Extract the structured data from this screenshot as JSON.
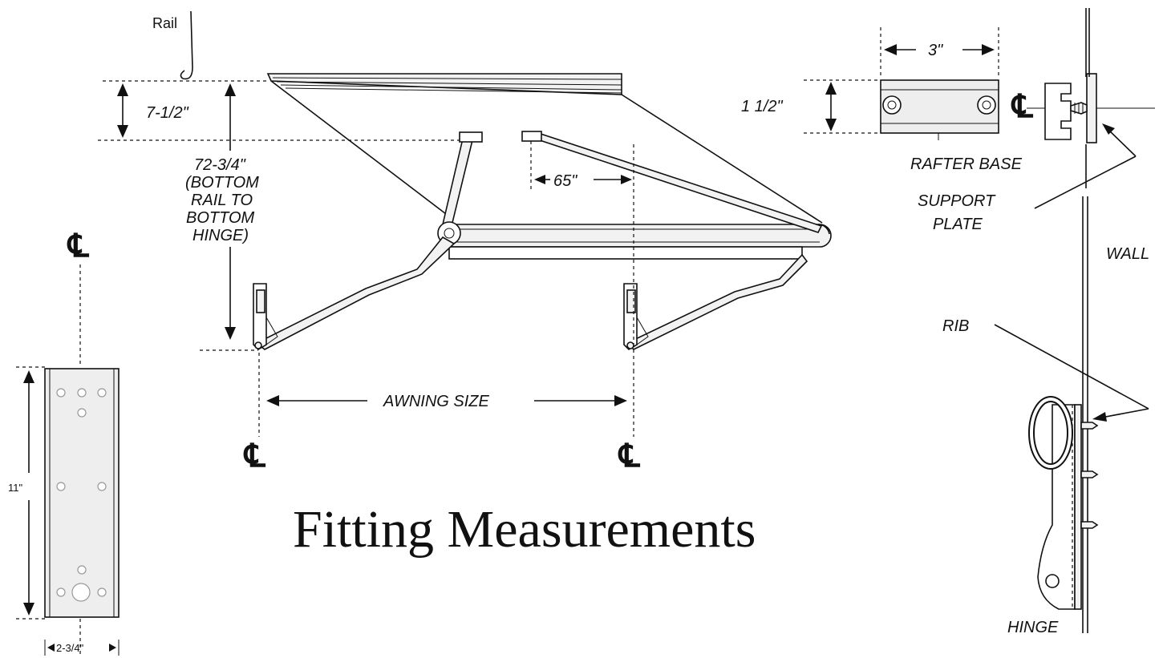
{
  "title": "Fitting Measurements",
  "labels": {
    "rail": "Rail",
    "drop": "7-1/2\"",
    "rail_to_hinge_1": "72-3/4\"",
    "rail_to_hinge_2": "(BOTTOM",
    "rail_to_hinge_3": "RAIL TO",
    "rail_to_hinge_4": "BOTTOM",
    "rail_to_hinge_5": "HINGE)",
    "arm_offset": "65\"",
    "awning_size": "AWNING SIZE",
    "centerline": "℄",
    "rafter_width": "3\"",
    "rafter_height": "1 1/2\"",
    "rafter_base": "RAFTER BASE",
    "support_plate_1": "SUPPORT",
    "support_plate_2": "PLATE",
    "wall": "WALL",
    "rib": "RIB",
    "hinge": "HINGE",
    "bracket_height": "11\"",
    "bracket_width": "2-3/4\""
  }
}
